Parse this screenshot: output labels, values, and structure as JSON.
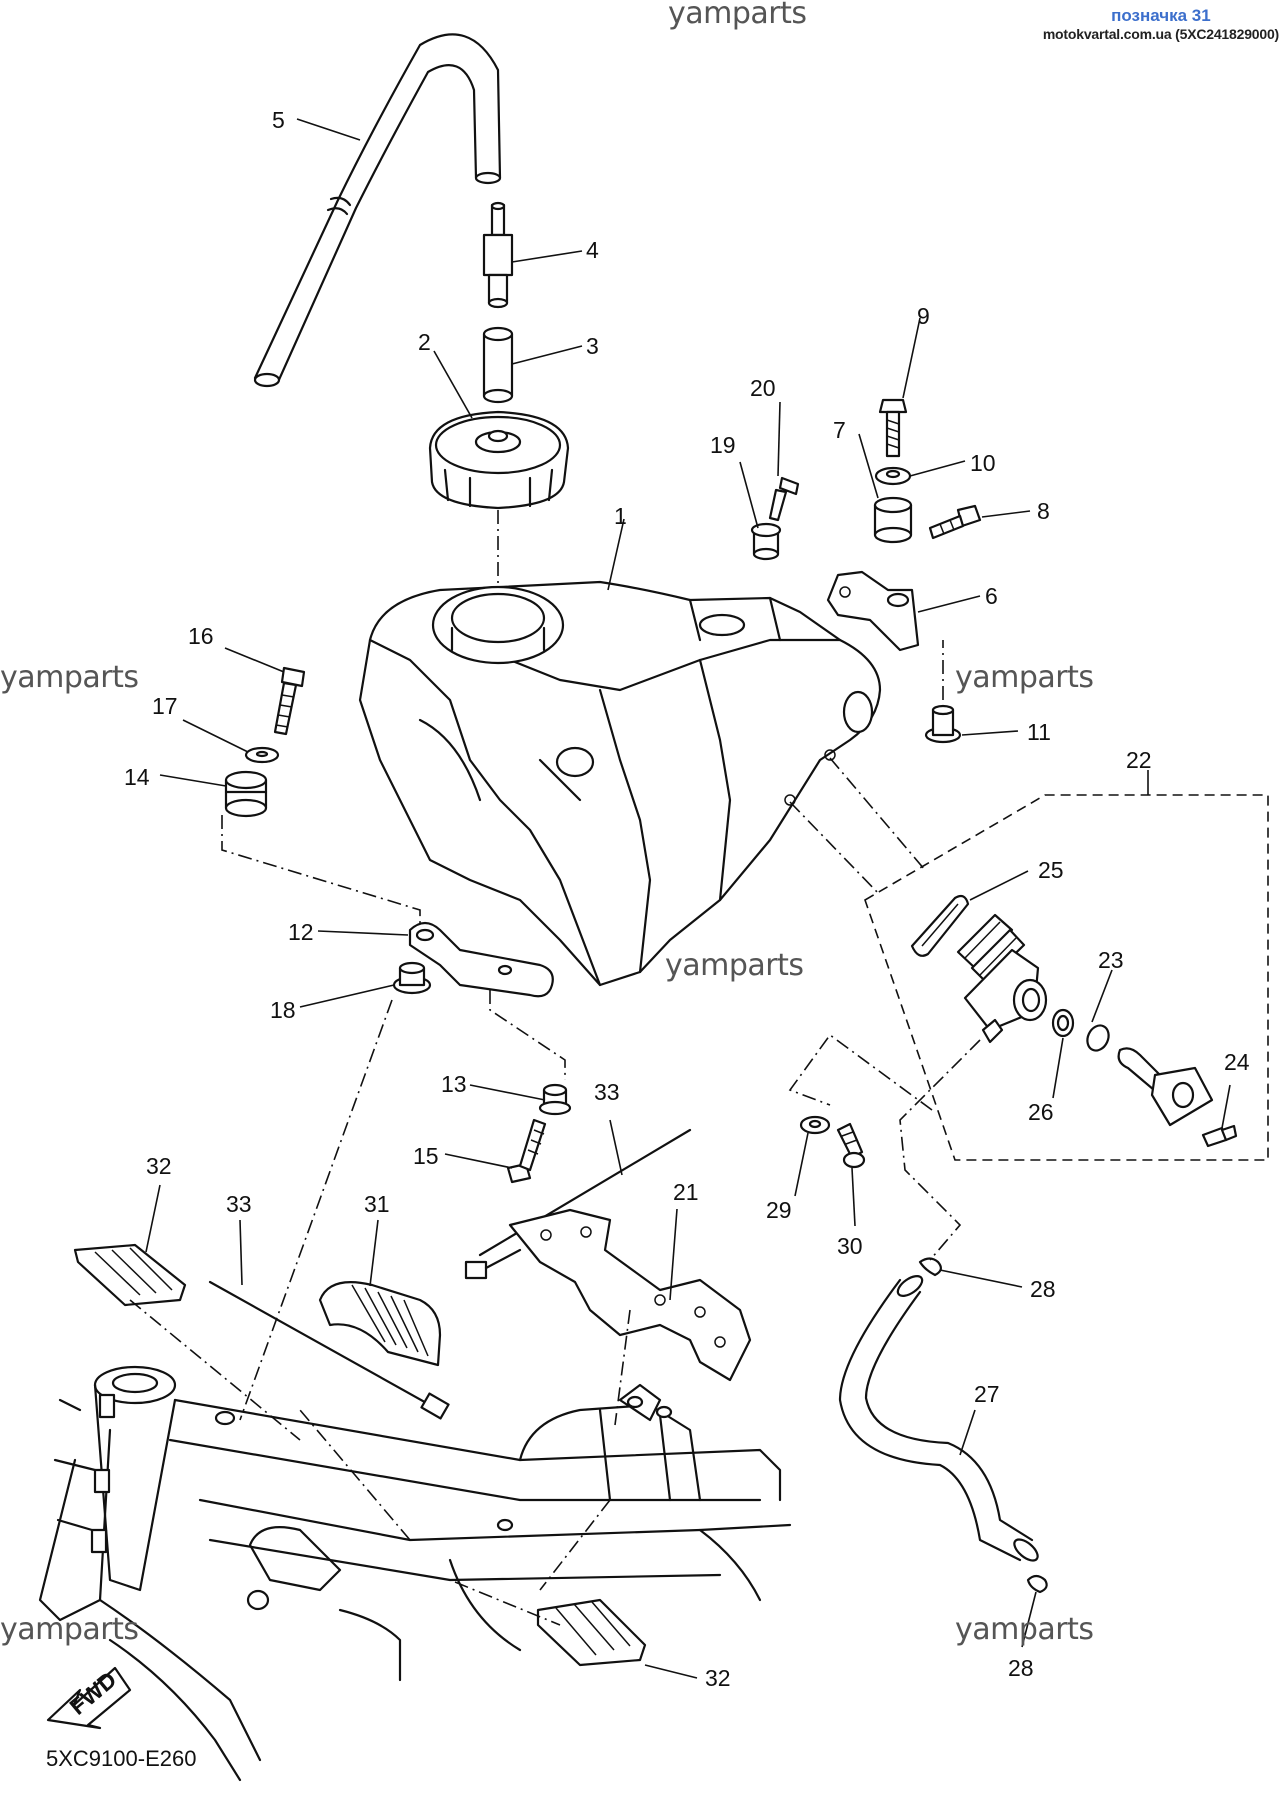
{
  "header": {
    "marker": "позначка 31",
    "site": "motokvartal.com.ua (5XC241829000)"
  },
  "watermark": "yamparts",
  "figure_code": "5XC9100-E260",
  "fwd_label": "FWD",
  "callouts": {
    "c1": "1",
    "c2": "2",
    "c3": "3",
    "c4": "4",
    "c5": "5",
    "c6": "6",
    "c7": "7",
    "c8": "8",
    "c9": "9",
    "c10": "10",
    "c11": "11",
    "c12": "12",
    "c13": "13",
    "c14": "14",
    "c15": "15",
    "c16": "16",
    "c17": "17",
    "c18": "18",
    "c19": "19",
    "c20": "20",
    "c21": "21",
    "c22": "22",
    "c23": "23",
    "c24": "24",
    "c25": "25",
    "c26": "26",
    "c27": "27",
    "c28": "28",
    "c29": "29",
    "c30": "30",
    "c31": "31",
    "c32": "32",
    "c33": "33"
  }
}
